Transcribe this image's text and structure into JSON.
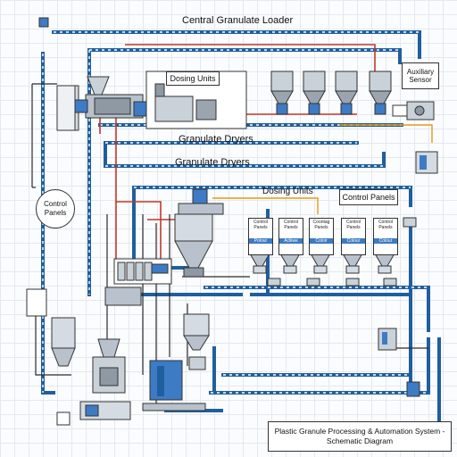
{
  "labels": {
    "central_loader": "Central Granulate Loader",
    "dosing_units_top": "Dosing Units",
    "auxiliary_sensor": "Auxiliary Sensor",
    "granulate_dryers_1": "Granulate Dryers",
    "granulate_dryers_2": "Granulate Dryers",
    "control_panels_left": "Control Panels",
    "dosing_units_mid": "Dosing Units",
    "control_panels_mid": "Control Panels",
    "caption": "Plastic Granule Processing & Automation System - Schematic Diagram"
  },
  "hoppers": [
    {
      "top": "Control Panels",
      "mid": "Polour"
    },
    {
      "top": "Control Panels",
      "mid": "Acliiwe"
    },
    {
      "top": "Coontag Panels",
      "mid": "Coloir"
    },
    {
      "top": "Control Panels",
      "mid": "Colour"
    },
    {
      "top": "Control Panels",
      "mid": "Colour"
    }
  ],
  "colors": {
    "pipe_blue": "#1f5f9e",
    "pipe_red": "#c0392b",
    "pipe_orange": "#e59a1a",
    "pipe_dark": "#2b2b2b",
    "equipment_gray": "#b9c2cc",
    "accent_blue": "#3d7bc4"
  }
}
